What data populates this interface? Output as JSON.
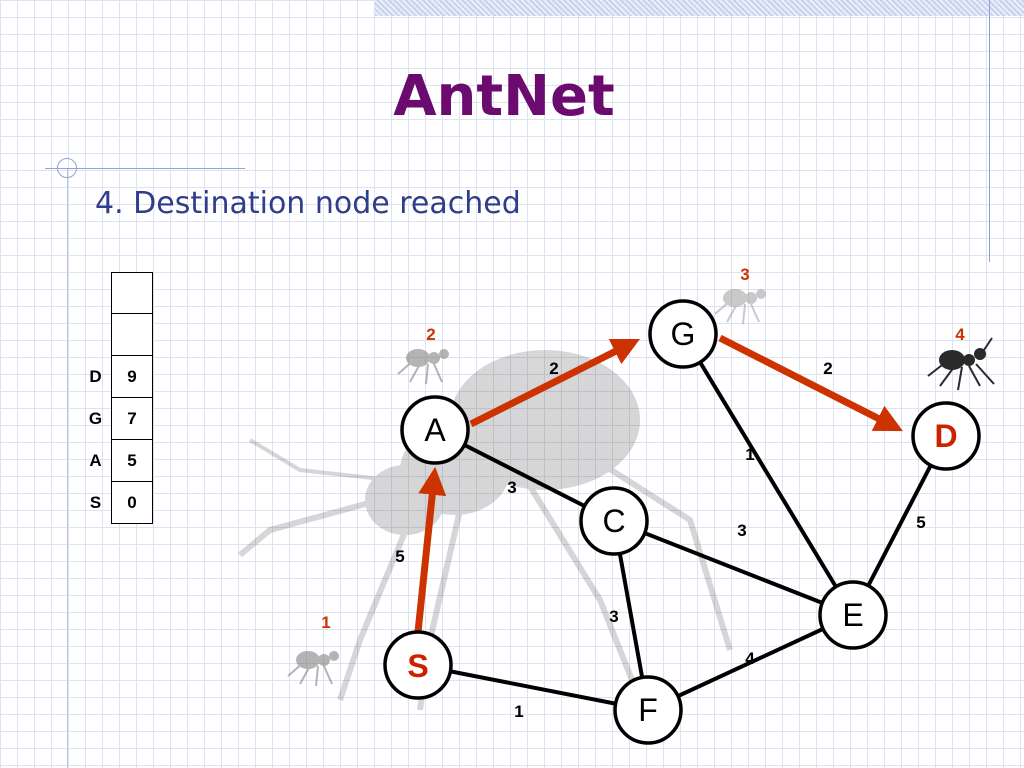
{
  "title": "AntNet",
  "subtitle": "4. Destination node reached",
  "stack": {
    "rows": [
      {
        "label": "",
        "value": ""
      },
      {
        "label": "",
        "value": ""
      },
      {
        "label": "D",
        "value": "9"
      },
      {
        "label": "G",
        "value": "7"
      },
      {
        "label": "A",
        "value": "5"
      },
      {
        "label": "S",
        "value": "0"
      }
    ]
  },
  "graph": {
    "nodes": {
      "A": "A",
      "G": "G",
      "D": "D",
      "C": "C",
      "E": "E",
      "S": "S",
      "F": "F"
    },
    "edge_weights": {
      "S-A": "5",
      "A-G": "2",
      "G-D": "2",
      "A-C": "3",
      "G-E": "1",
      "C-E": "3",
      "D-E": "5",
      "C-F": "3",
      "S-F": "1",
      "F-E": "4"
    },
    "steps": {
      "s1": "1",
      "s2": "2",
      "s3": "3",
      "s4": "4"
    },
    "path": [
      "S",
      "A",
      "G",
      "D"
    ],
    "colors": {
      "path": "#cc3300",
      "node_highlight": "#cc2200"
    }
  }
}
